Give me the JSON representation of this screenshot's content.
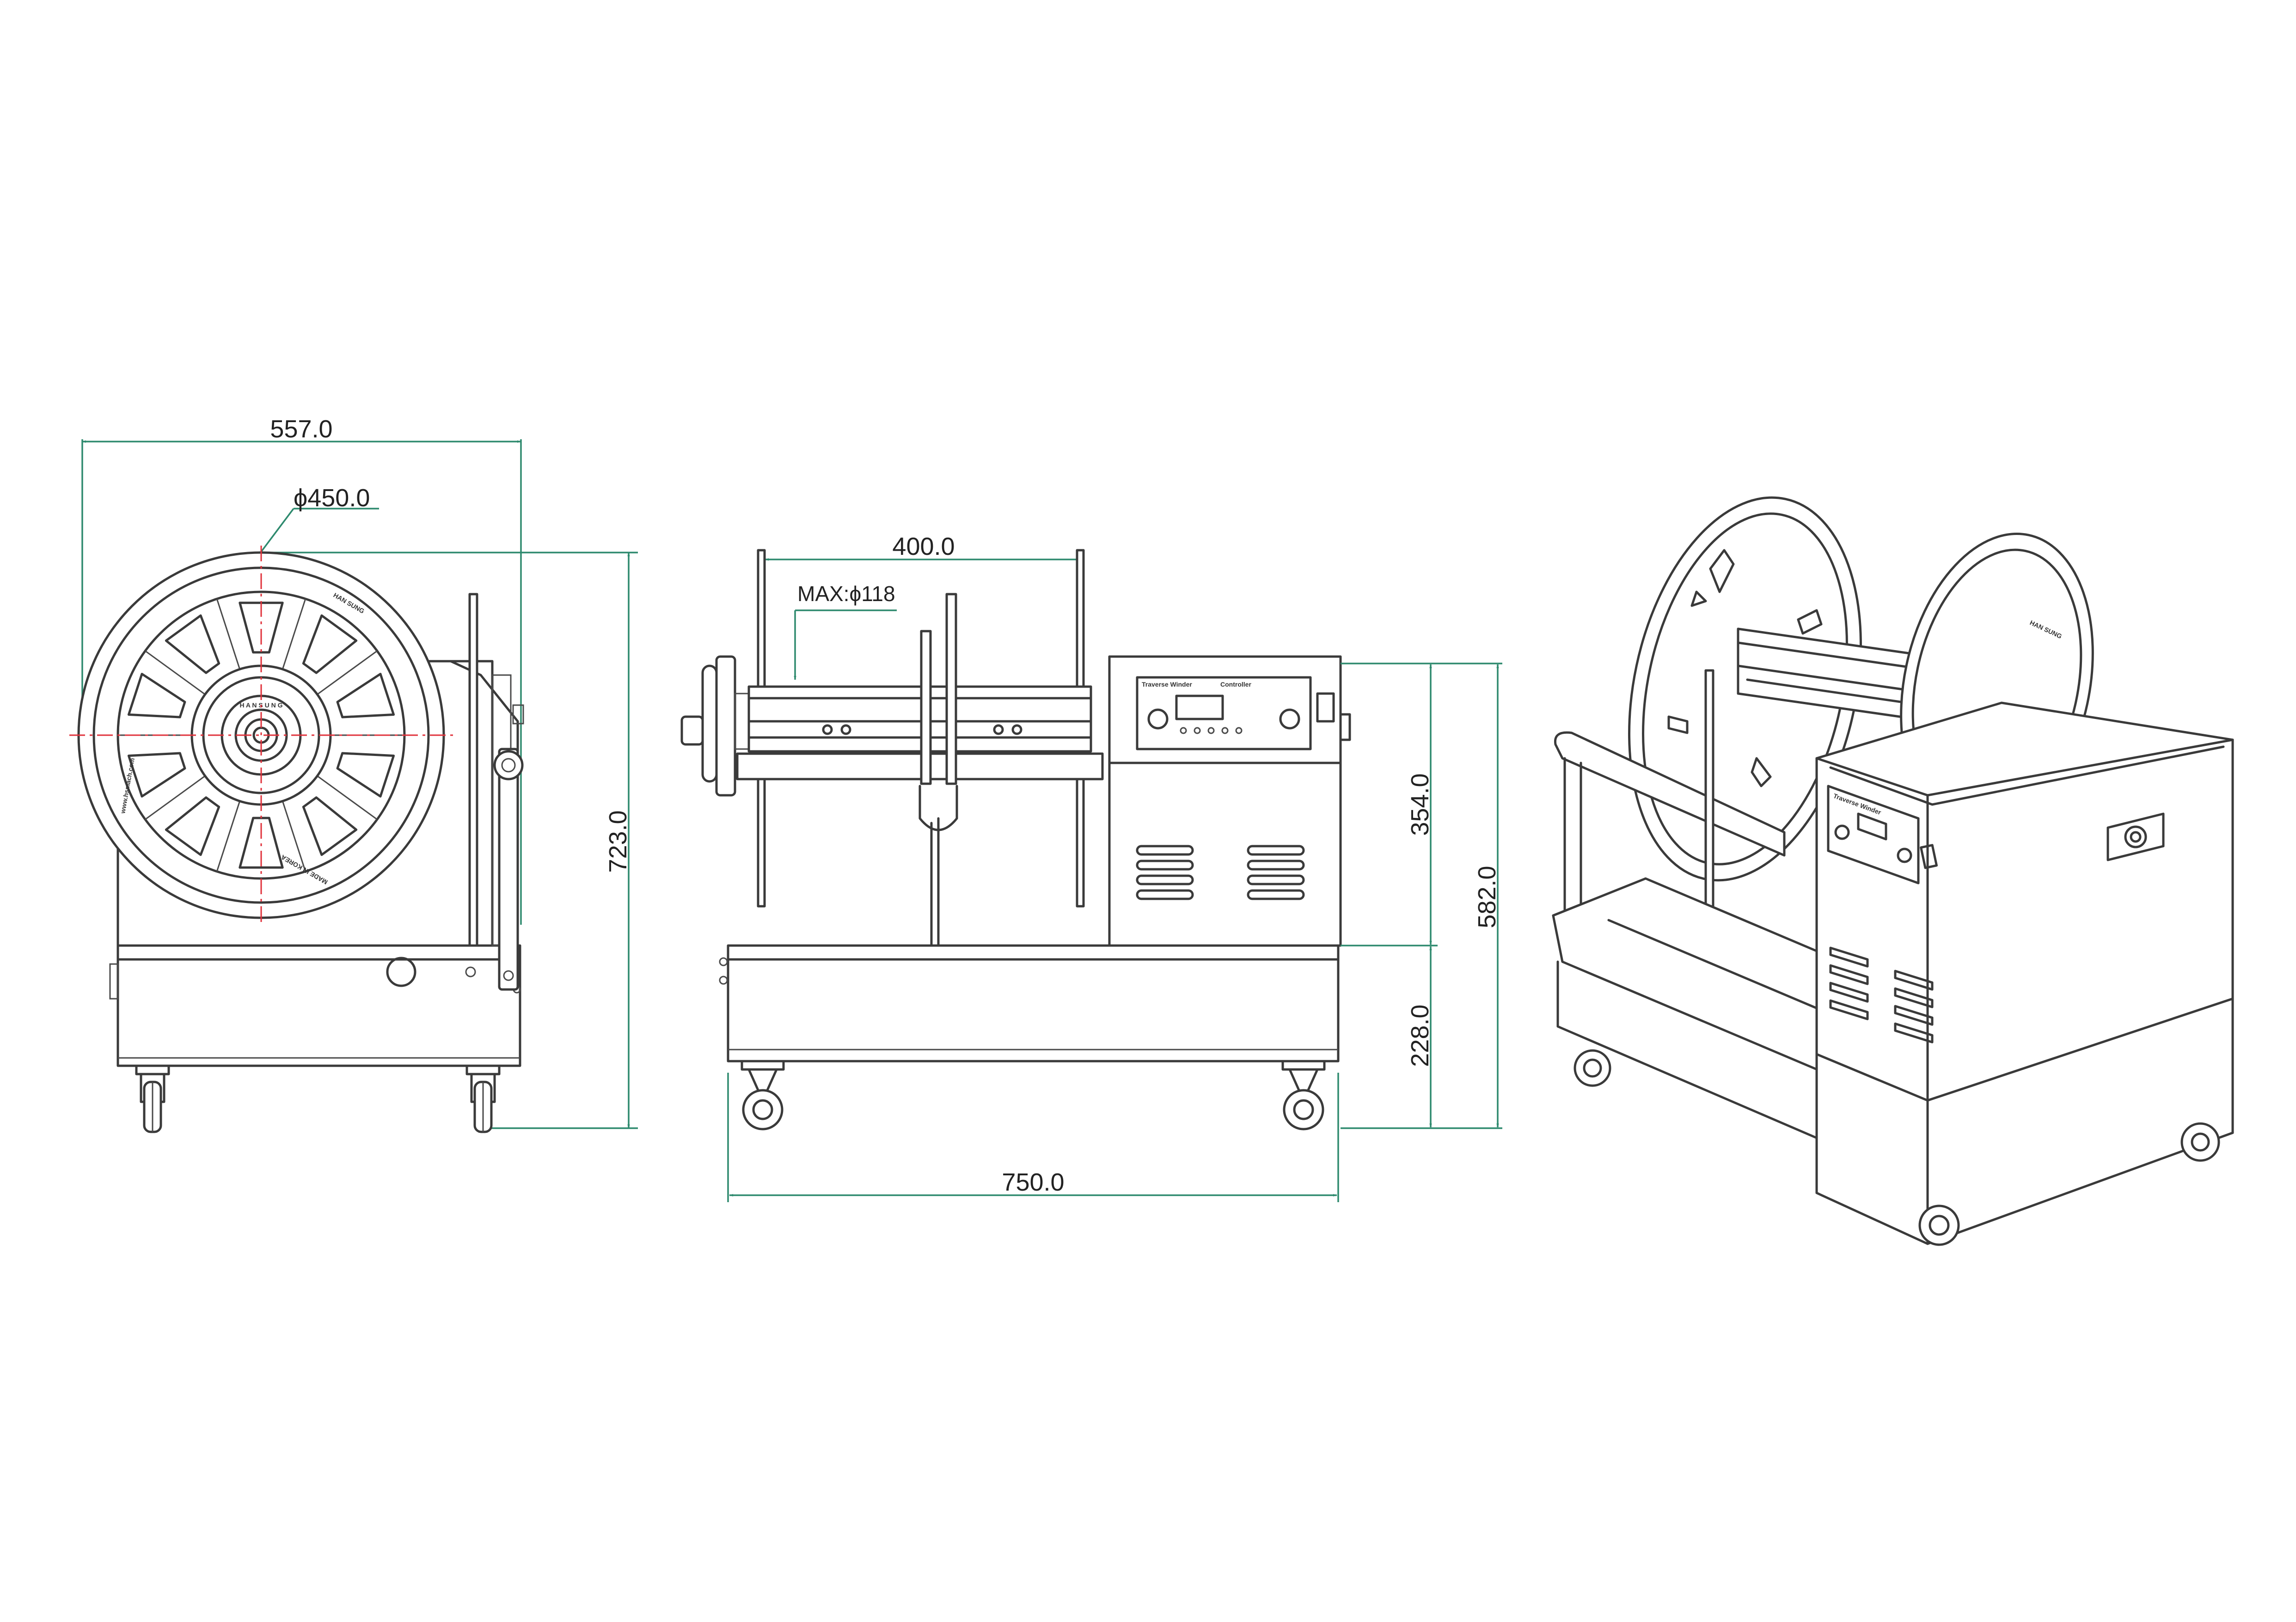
{
  "colors": {
    "line": "#3a3a3a",
    "dimension": "#2e8a6e",
    "centerline": "#e0303a",
    "background": "#ffffff"
  },
  "front_view": {
    "width_dim": "557.0",
    "diameter_dim": "ϕ450.0",
    "height_dim": "723.0",
    "reel_text_brand": "HAN SUNG",
    "reel_text_origin": "MADE IN KOREA",
    "reel_text_url": "www.hsmach.com"
  },
  "side_view": {
    "reel_width_dim": "400.0",
    "max_dia_dim": "MAX:ϕ118",
    "upper_height_dim": "354.0",
    "total_height_dim": "582.0",
    "base_height_dim": "228.0",
    "length_dim": "750.0",
    "panel_title": "Traverse Winder",
    "panel_subtitle": "Controller"
  },
  "iso_view": {
    "panel_title": "Traverse Winder",
    "reel_text_brand": "HAN SUNG"
  }
}
